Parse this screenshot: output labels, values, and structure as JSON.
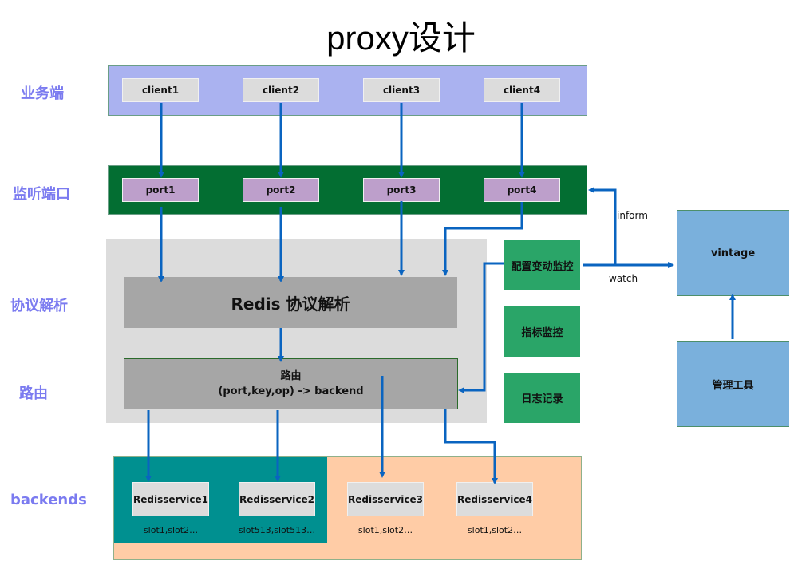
{
  "title": "proxy设计",
  "layer_labels": {
    "clients": "业务端",
    "ports": "监听端口",
    "protocol": "协议解析",
    "routing": "路由",
    "backends": "backends"
  },
  "clients": [
    "client1",
    "client2",
    "client3",
    "client4"
  ],
  "ports": [
    "port1",
    "port2",
    "port3",
    "port4"
  ],
  "protocol_parser": "Redis 协议解析",
  "router": {
    "title": "路由",
    "rule": "(port,key,op)  -> backend"
  },
  "side_modules": [
    "配置变动监控",
    "指标监控",
    "日志记录"
  ],
  "external": {
    "vintage": "vintage",
    "admin_tool": "管理工具"
  },
  "edge_labels": {
    "inform": "inform",
    "watch": "watch"
  },
  "backends": [
    {
      "name": "Redisservice1",
      "slots": "slot1,slot2…"
    },
    {
      "name": "Redisservice2",
      "slots": "slot513,slot513…"
    },
    {
      "name": "Redisservice3",
      "slots": "slot1,slot2…"
    },
    {
      "name": "Redisservice4",
      "slots": "slot1,slot2…"
    }
  ],
  "colors": {
    "arrow": "#0a64c0",
    "layer_label": "#7b7bf0",
    "clients_band": "#aab2f0",
    "ports_band": "#036e32",
    "port_box": "#bd9fcb",
    "side_module": "#2aa568",
    "external_box": "#7ab0dc",
    "backend_group_a": "#009090",
    "backend_group_b": "#ffcca6"
  }
}
